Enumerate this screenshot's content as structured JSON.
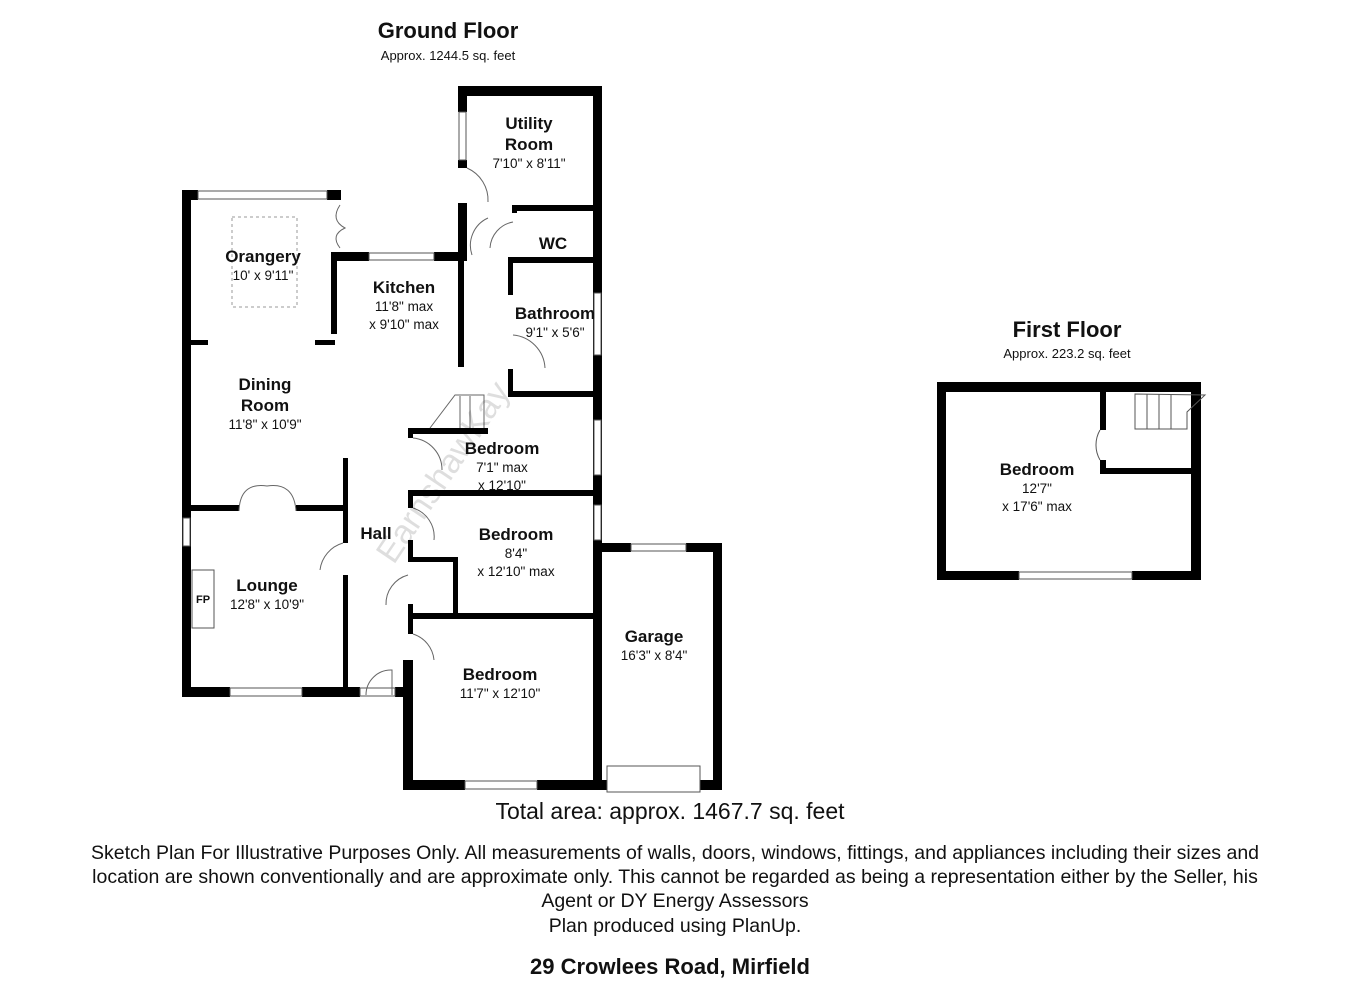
{
  "ground_floor": {
    "title": "Ground Floor",
    "area": "Approx. 1244.5 sq. feet",
    "rooms": [
      {
        "name": "Utility Room",
        "dims": "7'10\" x 8'11\""
      },
      {
        "name": "WC",
        "dims": ""
      },
      {
        "name": "Orangery",
        "dims": "10' x 9'11\""
      },
      {
        "name": "Kitchen",
        "dims": "11'8\" max\nx 9'10\" max"
      },
      {
        "name": "Bathroom",
        "dims": "9'1\" x 5'6\""
      },
      {
        "name": "Dining Room",
        "dims": "11'8\" x 10'9\""
      },
      {
        "name": "Bedroom",
        "dims": "7'1\" max\nx 12'10\""
      },
      {
        "name": "Hall",
        "dims": ""
      },
      {
        "name": "Bedroom",
        "dims": "8'4\"\nx 12'10\" max"
      },
      {
        "name": "Lounge",
        "dims": "12'8\" x 10'9\""
      },
      {
        "name": "Garage",
        "dims": "16'3\" x 8'4\""
      },
      {
        "name": "Bedroom",
        "dims": "11'7\" x 12'10\""
      }
    ],
    "fixtures": {
      "fireplace": "FP"
    }
  },
  "first_floor": {
    "title": "First Floor",
    "area": "Approx. 223.2 sq. feet",
    "rooms": [
      {
        "name": "Bedroom",
        "dims": "12'7\"\nx 17'6\" max"
      }
    ]
  },
  "watermark": "EarnshawKay",
  "footer": {
    "total_area": "Total area: approx. 1467.7 sq. feet",
    "disclaimer_line1": "Sketch Plan For Illustrative Purposes Only. All measurements of walls, doors, windows, fittings, and appliances including their sizes and",
    "disclaimer_line2": "location are shown conventionally and are approximate only. This cannot be regarded as being a representation either by the Seller, his",
    "disclaimer_line3": "Agent or DY Energy Assessors",
    "produced_by": "Plan produced using PlanUp.",
    "address": "29 Crowlees Road, Mirfield"
  }
}
